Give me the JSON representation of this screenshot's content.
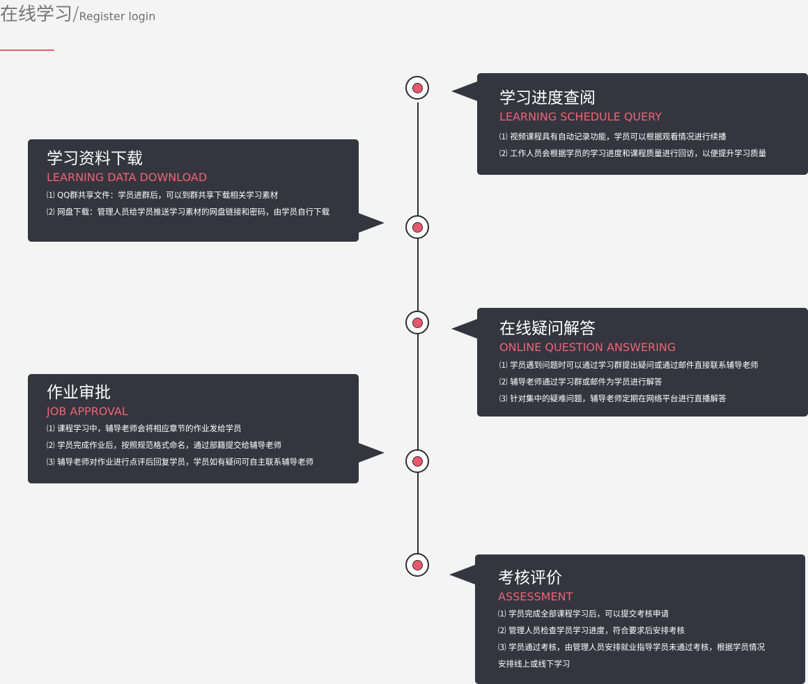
{
  "header": {
    "title": "在线学习",
    "slash": "/",
    "subtitle": "Register login"
  },
  "colors": {
    "accent": "#e8586a",
    "card_bg": "#35353f",
    "page_bg": "#f4f4f4"
  },
  "sections": [
    {
      "title": "学习进度查阅",
      "subtitle": "LEARNING SCHEDULE QUERY",
      "items": [
        "⑴ 视频课程具有自动记录功能，学员可以根据观看情况进行续播",
        "⑵ 工作人员会根据学员的学习进度和课程质量进行回访，以便提升学习质量"
      ]
    },
    {
      "title": "学习资料下载",
      "subtitle": "LEARNING DATA DOWNLOAD",
      "items": [
        "⑴ QQ群共享文件：学员进群后，可以到群共享下载相关学习素材",
        "⑵ 网盘下载：管理人员给学员推送学习素材的网盘链接和密码，由学员自行下载"
      ]
    },
    {
      "title": "在线疑问解答",
      "subtitle": "ONLINE QUESTION ANSWERING",
      "items": [
        "⑴ 学员遇到问题时可以通过学习群提出疑问或通过邮件直接联系辅导老师",
        "⑵ 辅导老师通过学习群或邮件为学员进行解答",
        "⑶ 针对集中的疑难问题，辅导老师定期在网络平台进行直播解答"
      ]
    },
    {
      "title": "作业审批",
      "subtitle": "JOB APPROVAL",
      "items": [
        "⑴ 课程学习中，辅导老师会将相应章节的作业发给学员",
        "⑵ 学员完成作业后，按照规范格式命名，通过部籍提交给辅导老师",
        "⑶ 辅导老师对作业进行点评后回复学员，学员如有疑问可自主联系辅导老师"
      ]
    },
    {
      "title": "考核评价",
      "subtitle": "ASSESSMENT",
      "items": [
        "⑴ 学员完成全部课程学习后，可以提交考核申请",
        "⑵ 管理人员检查学员学习进度，符合要求后安排考核",
        "⑶ 学员通过考核，由管理人员安排就业指导学员未通过考核，根据学员情况",
        "安排线上或线下学习"
      ]
    }
  ]
}
